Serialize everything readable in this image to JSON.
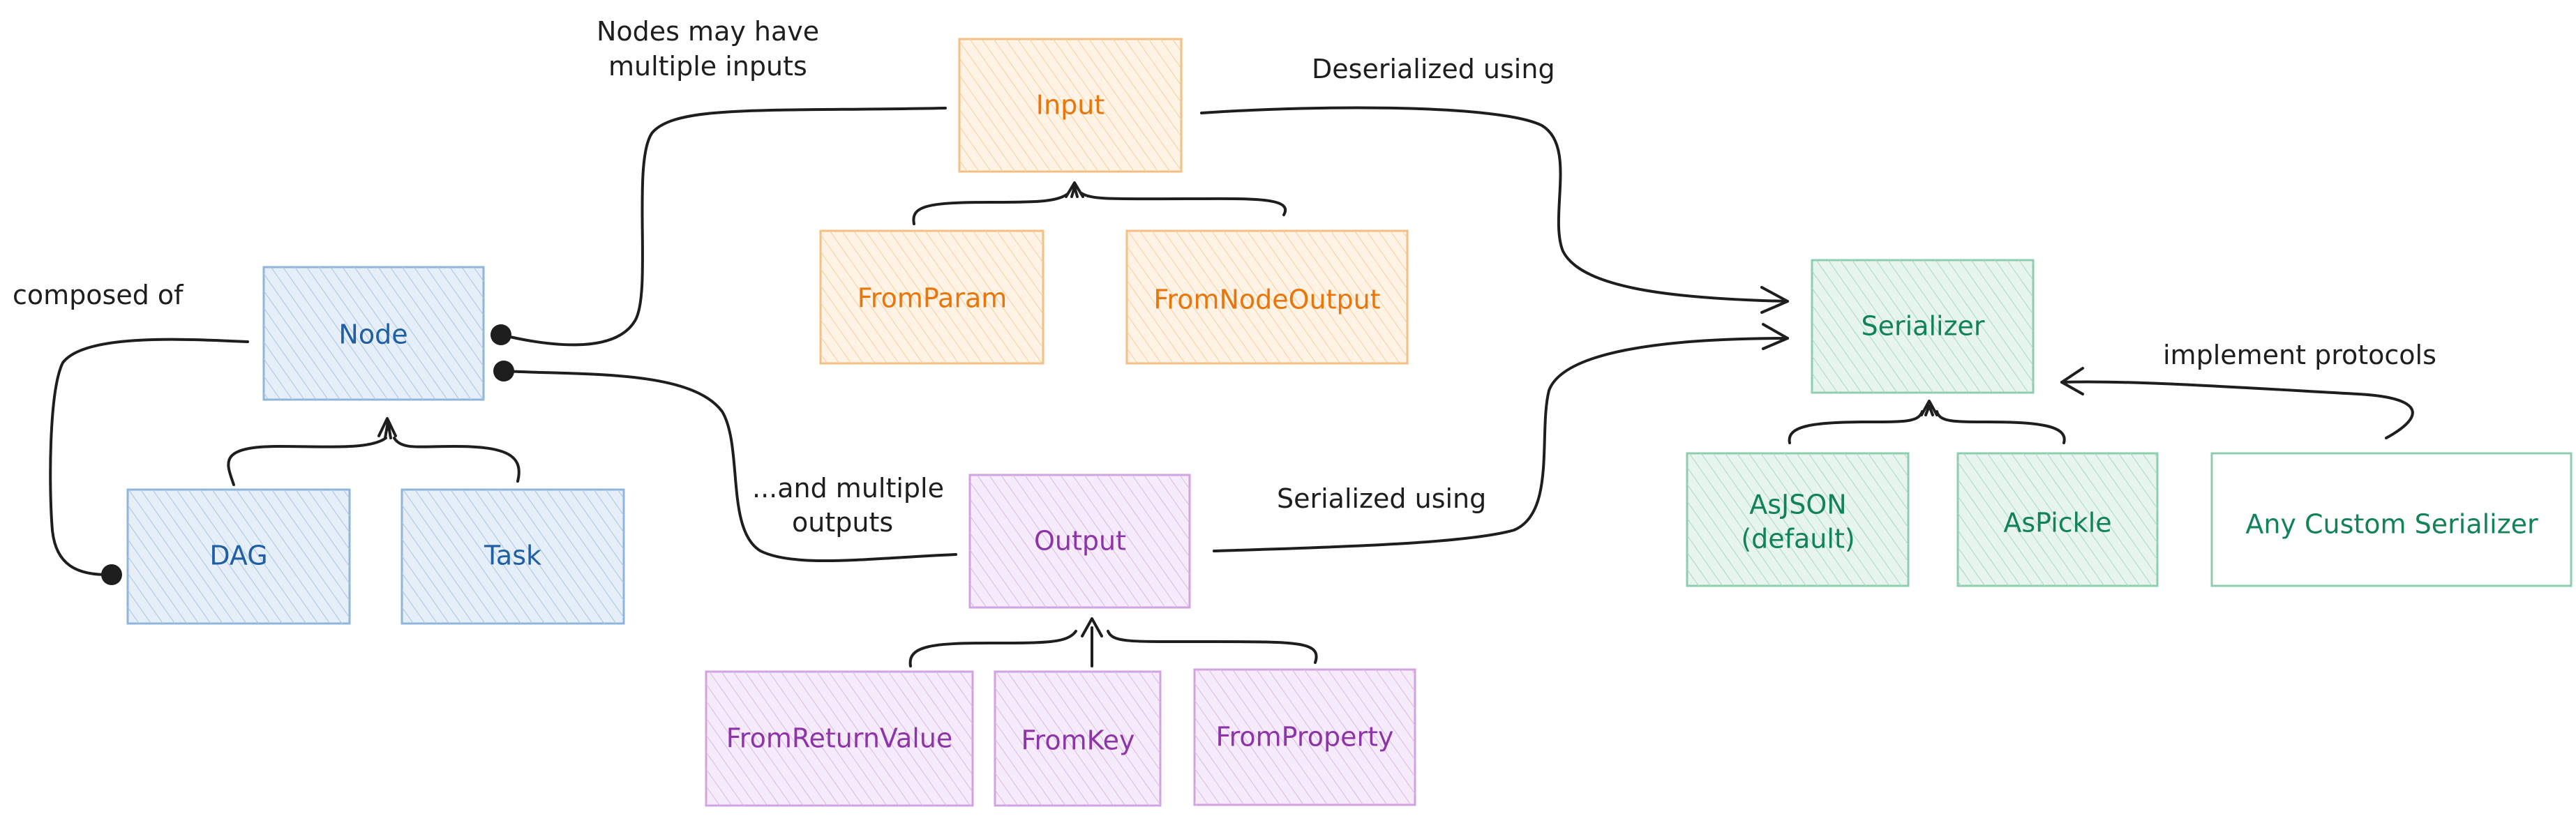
{
  "colors": {
    "blue": {
      "stroke": "#8fb5dc",
      "fill": "#e6eef8",
      "hatch": "#a9c6e6",
      "text": "#1f5fa6"
    },
    "orange": {
      "stroke": "#f4bf83",
      "fill": "#fef3e5",
      "hatch": "#f7ce9f",
      "text": "#e8760b"
    },
    "purple": {
      "stroke": "#d2a3e0",
      "fill": "#f6ebfa",
      "hatch": "#dcb8e8",
      "text": "#8e34a9"
    },
    "green": {
      "stroke": "#8fcdb0",
      "fill": "#e7f5ee",
      "hatch": "#a9dac2",
      "text": "#128257"
    },
    "ink": "#1e1e1e"
  },
  "nodes": {
    "node": {
      "label": "Node",
      "color": "blue"
    },
    "dag": {
      "label": "DAG",
      "color": "blue"
    },
    "task": {
      "label": "Task",
      "color": "blue"
    },
    "input": {
      "label": "Input",
      "color": "orange"
    },
    "from_param": {
      "label": "FromParam",
      "color": "orange"
    },
    "from_node_output": {
      "label": "FromNodeOutput",
      "color": "orange"
    },
    "output": {
      "label": "Output",
      "color": "purple"
    },
    "from_return_value": {
      "label": "FromReturnValue",
      "color": "purple"
    },
    "from_key": {
      "label": "FromKey",
      "color": "purple"
    },
    "from_property": {
      "label": "FromProperty",
      "color": "purple"
    },
    "serializer": {
      "label": "Serializer",
      "color": "green"
    },
    "as_json": {
      "label_line1": "AsJSON",
      "label_line2": "(default)",
      "color": "green"
    },
    "as_pickle": {
      "label": "AsPickle",
      "color": "green"
    },
    "any_custom_serializer": {
      "label": "Any Custom Serializer",
      "color": "green"
    }
  },
  "annotations": {
    "composed_of": "composed of",
    "multiple_inputs_line1": "Nodes may have",
    "multiple_inputs_line2": "multiple inputs",
    "multiple_outputs_line1": "...and multiple",
    "multiple_outputs_line2": "outputs",
    "deserialized_using": "Deserialized using",
    "serialized_using": "Serialized using",
    "implement_protocols": "implement protocols"
  }
}
